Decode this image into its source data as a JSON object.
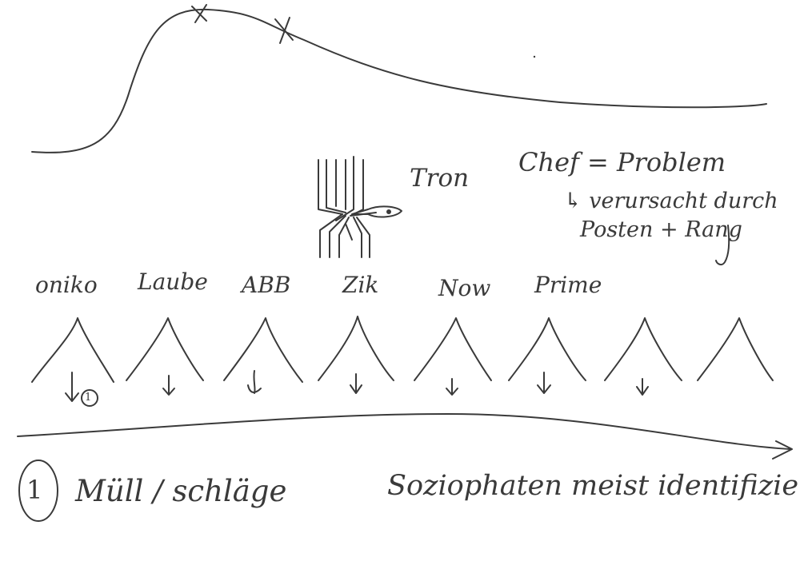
{
  "notes": {
    "chef_problem": "Chef = Problem",
    "cause_line1": "↳ verursacht durch",
    "cause_line2": "Posten + Rang",
    "tron": "Tron",
    "footnote_marker": "1",
    "footnote_text": "Müll / schläge",
    "sociopaths": "Soziophaten meist identifiziert"
  },
  "companies": [
    "oniko",
    "Laube",
    "ABB",
    "Zik",
    "Now",
    "Prime"
  ],
  "colors": {
    "ink": "#3a3a3a",
    "paper": "#ffffff"
  }
}
